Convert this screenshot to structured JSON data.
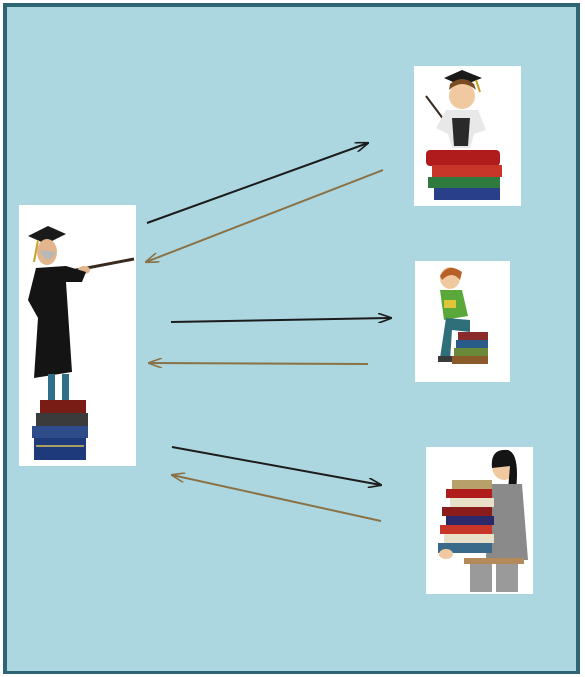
{
  "colors": {
    "background": "#acd7e0",
    "border": "#2f6573",
    "card": "#ffffff",
    "arrow_out": "#1c1c1c",
    "arrow_back": "#8b7246"
  },
  "nodes": [
    {
      "id": "professor",
      "icon": "graduate-professor-pointing-icon"
    },
    {
      "id": "student-1",
      "icon": "graduate-student-on-books-icon"
    },
    {
      "id": "student-2",
      "icon": "student-sitting-on-books-icon"
    },
    {
      "id": "student-3",
      "icon": "person-carrying-books-icon"
    }
  ],
  "edges": [
    {
      "from": "professor",
      "to": "student-1",
      "direction": "outgoing"
    },
    {
      "from": "student-1",
      "to": "professor",
      "direction": "return"
    },
    {
      "from": "professor",
      "to": "student-2",
      "direction": "outgoing"
    },
    {
      "from": "student-2",
      "to": "professor",
      "direction": "return"
    },
    {
      "from": "professor",
      "to": "student-3",
      "direction": "outgoing"
    },
    {
      "from": "student-3",
      "to": "professor",
      "direction": "return"
    }
  ]
}
